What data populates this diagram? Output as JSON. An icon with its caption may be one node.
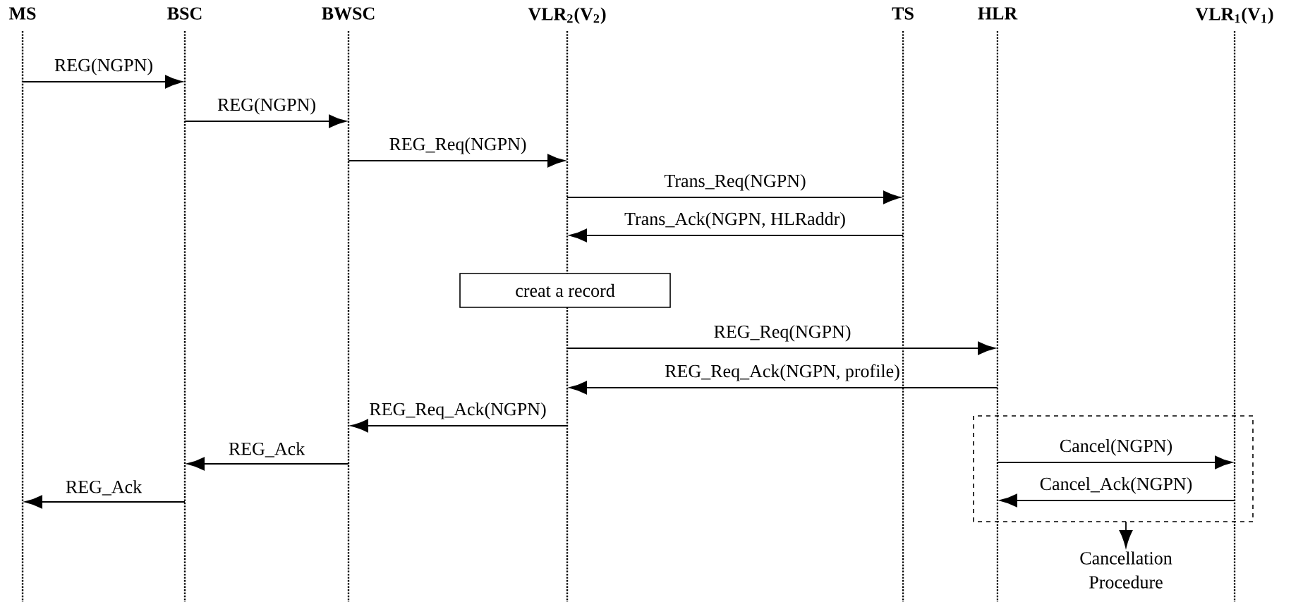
{
  "diagram": {
    "nodes": [
      {
        "text": [],
        "shape": "line",
        "beside": [
          "MS"
        ]
      },
      {
        "text": [],
        "shape": "line",
        "beside": [
          "BSC"
        ]
      },
      {
        "text": [],
        "shape": "line",
        "beside": [
          "BWSC"
        ]
      },
      {
        "text": [],
        "shape": "line",
        "beside": [
          "VLR$_{2}$(V$_{2}$)"
        ]
      },
      {
        "text": [],
        "shape": "line",
        "beside": [
          "TS"
        ]
      },
      {
        "text": [],
        "shape": "line",
        "beside": [
          "HLR"
        ]
      },
      {
        "text": [],
        "shape": "line",
        "beside": [
          "VLR$_{1}$(V$_{1}$)"
        ]
      },
      {
        "text": [
          "creat a record"
        ]
      },
      {
        "text": [
          "Cancellation Procedure"
        ]
      }
    ],
    "edges": [
      {
        "from": 0,
        "to": 1,
        "arrow": "to",
        "label": "REG(NGPN)"
      },
      {
        "from": 1,
        "to": 2,
        "arrow": "to",
        "label": "REG(NGPN)"
      },
      {
        "from": 2,
        "to": 3,
        "arrow": "to",
        "label": "REG_Req(NGPN)"
      },
      {
        "from": 3,
        "to": 4,
        "arrow": "to",
        "label": "Trans_Req(NGPN)"
      },
      {
        "from": 4,
        "to": 3,
        "arrow": "to",
        "label": "Trans_Ack(NGPN, HLRaddr)"
      },
      {
        "from": 3,
        "to": 5,
        "arrow": "to",
        "label": "REG_Req(NGPN)"
      },
      {
        "from": 5,
        "to": 3,
        "arrow": "to",
        "label": "REG_Req_Ack(NGPN, profile)"
      },
      {
        "from": 3,
        "to": 2,
        "arrow": "to",
        "label": "REG_Req_Ack(NGPN)"
      },
      {
        "from": 2,
        "to": 1,
        "arrow": "to",
        "label": "REG_Ack"
      },
      {
        "from": 1,
        "to": 0,
        "arrow": "to",
        "label": "REG_Ack"
      },
      {
        "from": 5,
        "to": 6,
        "arrow": "to",
        "label": "Cancel(NGPN)"
      },
      {
        "from": 6,
        "to": 5,
        "arrow": "to",
        "label": "Cancel_Ack(NGPN)"
      },
      {
        "from": null,
        "to": 8,
        "arrow": "to"
      }
    ]
  }
}
